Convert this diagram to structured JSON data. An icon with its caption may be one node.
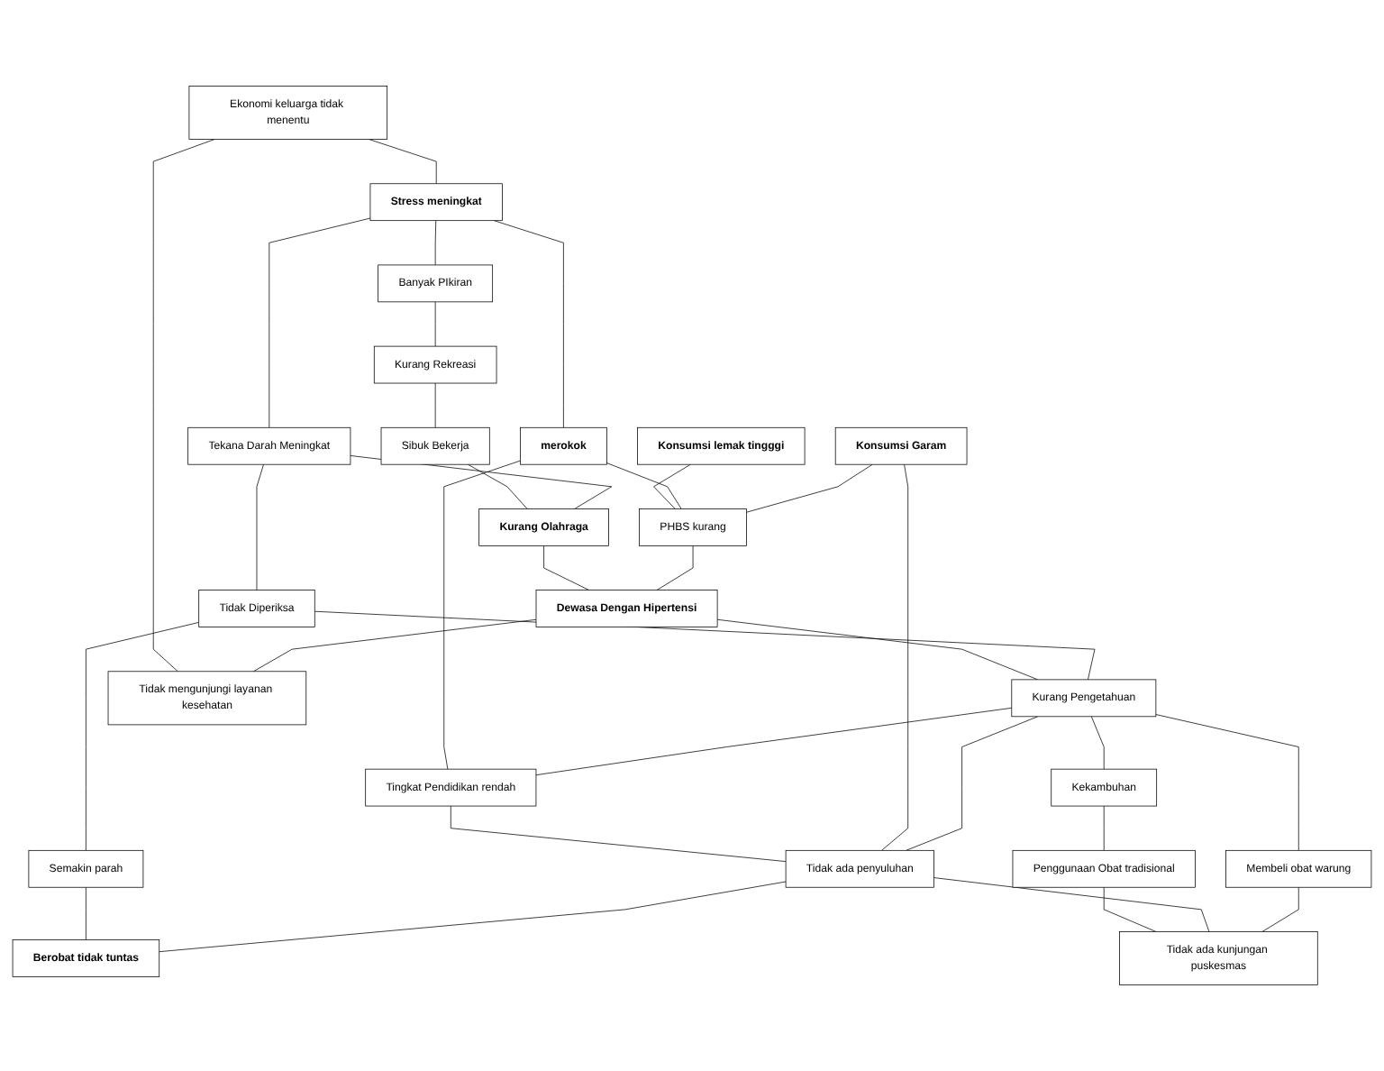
{
  "diagram": {
    "nodes": [
      {
        "text": [
          "Ekonomi keluarga tidak menentu"
        ]
      },
      {
        "text": [
          "Stress meningkat"
        ]
      },
      {
        "text": [
          "Banyak PIkiran"
        ]
      },
      {
        "text": [
          "Kurang Rekreasi"
        ]
      },
      {
        "text": [
          "Konsumsi lemak tingggi"
        ]
      },
      {
        "text": [
          "merokok"
        ]
      },
      {
        "text": [
          "Konsumsi Garam"
        ]
      },
      {
        "text": [
          "Tekana Darah Meningkat"
        ]
      },
      {
        "text": [
          "Sibuk Bekerja"
        ]
      },
      {
        "text": [
          "Kurang Olahraga"
        ]
      },
      {
        "text": [
          "PHBS kurang"
        ]
      },
      {
        "text": [
          "Tidak Diperiksa"
        ]
      },
      {
        "text": [
          "Dewasa Dengan Hipertensi"
        ]
      },
      {
        "text": [
          "Semakin parah"
        ]
      },
      {
        "text": [
          "Kurang Pengetahuan"
        ]
      },
      {
        "text": [
          "Tingkat Pendidikan rendah"
        ]
      },
      {
        "text": [
          "Tidak mengunjungi layanan kesehatan"
        ]
      },
      {
        "text": [
          "Kekambuhan"
        ]
      },
      {
        "text": [
          "Tidak ada penyuluhan"
        ]
      },
      {
        "text": [
          "Penggunaan Obat tradisional"
        ]
      },
      {
        "text": [
          "Membeli obat warung"
        ]
      },
      {
        "text": [
          "Tidak ada kunjungan puskesmas"
        ]
      },
      {
        "text": [
          "Berobat tidak tuntas"
        ]
      }
    ],
    "edges": [
      {
        "from": 0,
        "to": 1,
        "arrow": "none"
      },
      {
        "from": 0,
        "to": 16,
        "arrow": "none"
      },
      {
        "from": 1,
        "to": 2,
        "arrow": "none"
      },
      {
        "from": 2,
        "to": 3,
        "arrow": "none"
      },
      {
        "from": 3,
        "to": 8,
        "arrow": "none"
      },
      {
        "from": 8,
        "to": 9,
        "arrow": "none"
      },
      {
        "from": 1,
        "to": 7,
        "arrow": "none"
      },
      {
        "from": 1,
        "to": 5,
        "arrow": "none"
      },
      {
        "from": 7,
        "to": 9,
        "arrow": "none"
      },
      {
        "from": 7,
        "to": 11,
        "arrow": "none"
      },
      {
        "from": 11,
        "to": 13,
        "arrow": "none"
      },
      {
        "from": 9,
        "to": 12,
        "arrow": "none"
      },
      {
        "from": 10,
        "to": 12,
        "arrow": "none"
      },
      {
        "from": 12,
        "to": 16,
        "arrow": "none"
      },
      {
        "from": 12,
        "to": 14,
        "arrow": "none"
      },
      {
        "from": 11,
        "to": 14,
        "arrow": "none"
      },
      {
        "from": 4,
        "to": 10,
        "arrow": "none"
      },
      {
        "from": 5,
        "to": 10,
        "arrow": "none"
      },
      {
        "from": 6,
        "to": 10,
        "arrow": "none"
      },
      {
        "from": 5,
        "to": 15,
        "arrow": "none"
      },
      {
        "from": 15,
        "to": 18,
        "arrow": "none"
      },
      {
        "from": 6,
        "to": 18,
        "arrow": "none"
      },
      {
        "from": 13,
        "to": 22,
        "arrow": "none"
      },
      {
        "from": 14,
        "to": 15,
        "arrow": "none"
      },
      {
        "from": 14,
        "to": 17,
        "arrow": "none"
      },
      {
        "from": 14,
        "to": 18,
        "arrow": "none"
      },
      {
        "from": 14,
        "to": 20,
        "arrow": "none"
      },
      {
        "from": 17,
        "to": 19,
        "arrow": "none"
      },
      {
        "from": 19,
        "to": 21,
        "arrow": "none"
      },
      {
        "from": 18,
        "to": 22,
        "arrow": "none"
      },
      {
        "from": 18,
        "to": 21,
        "arrow": "none"
      },
      {
        "from": 20,
        "to": 21,
        "arrow": "none"
      }
    ]
  }
}
